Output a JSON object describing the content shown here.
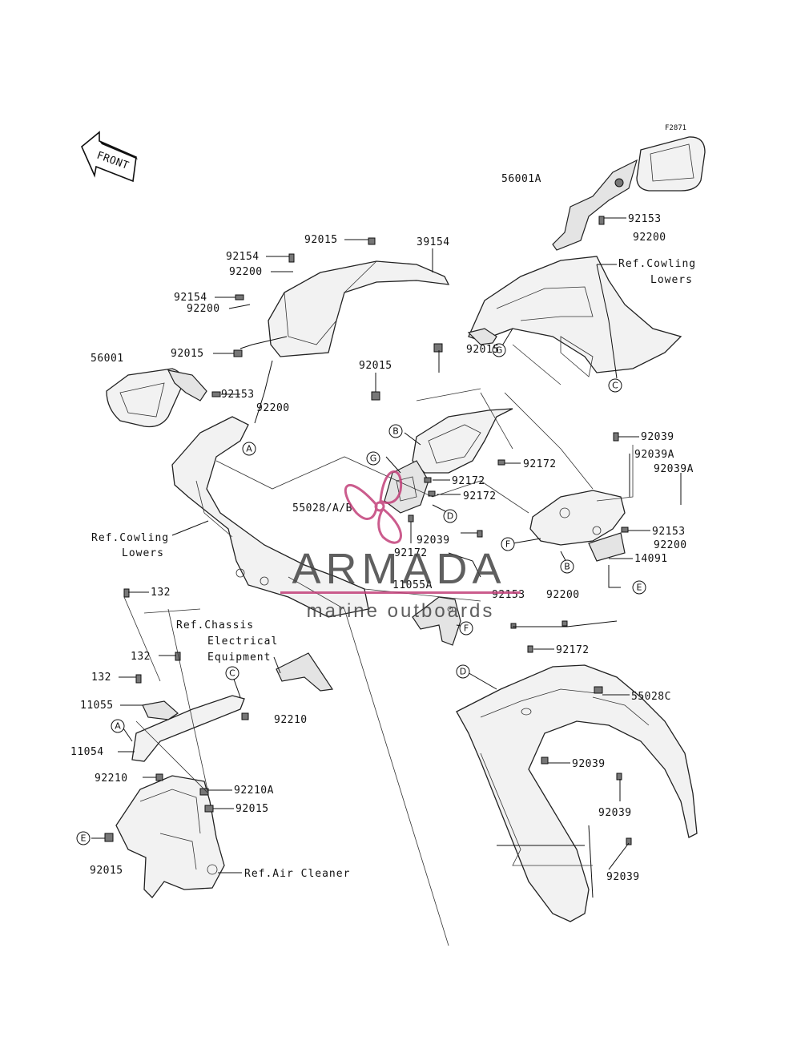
{
  "diagram": {
    "code": "F2871",
    "front_label": "FRONT",
    "labels": {
      "p56001A": "56001A",
      "p92153_top": "92153",
      "p92200_top": "92200",
      "p92015_a": "92015",
      "p39154": "39154",
      "p92154_a": "92154",
      "p92200_a": "92200",
      "p92154_b": "92154",
      "p92200_b": "92200",
      "p92015_b": "92015",
      "p92015_c": "92015",
      "p92015_d": "92015",
      "p56001": "56001",
      "p92153_b": "92153",
      "p92200_c": "92200",
      "p92039_a": "92039",
      "p92039A_a": "92039A",
      "p92039A_b": "92039A",
      "p92172_a": "92172",
      "p92172_b": "92172",
      "p92172_c": "92172",
      "p55028AB": "55028/A/B",
      "p92039_b": "92039",
      "p92172_d": "92172",
      "p11055A": "11055A",
      "p92153_c": "92153",
      "p92200_d": "92200",
      "p92153_d": "92153",
      "p92200_e": "92200",
      "p14091": "14091",
      "p132_a": "132",
      "p132_b": "132",
      "p132_c": "132",
      "p11055": "11055",
      "p11054": "11054",
      "p92210_a": "92210",
      "p92210_b": "92210",
      "p92210A": "92210A",
      "p92015_e": "92015",
      "p92015_f": "92015",
      "p92172_e": "92172",
      "p55028C": "55028C",
      "p92039_c": "92039",
      "p92039_d": "92039",
      "p92039_e": "92039"
    },
    "refs": {
      "cowling_lowers_right_1": "Ref.Cowling",
      "cowling_lowers_right_2": "Lowers",
      "cowling_lowers_left_1": "Ref.Cowling",
      "cowling_lowers_left_2": "Lowers",
      "chassis_1": "Ref.Chassis",
      "chassis_2": "Electrical",
      "chassis_3": "Equipment",
      "air_cleaner": "Ref.Air Cleaner"
    },
    "markers": {
      "A": "A",
      "B": "B",
      "C": "C",
      "D": "D",
      "E": "E",
      "F": "F",
      "G": "G"
    }
  },
  "watermark": {
    "title": "ARMADA",
    "subtitle": "marine outboards",
    "colors": {
      "text": "#444444",
      "accent": "#c2407a"
    }
  }
}
